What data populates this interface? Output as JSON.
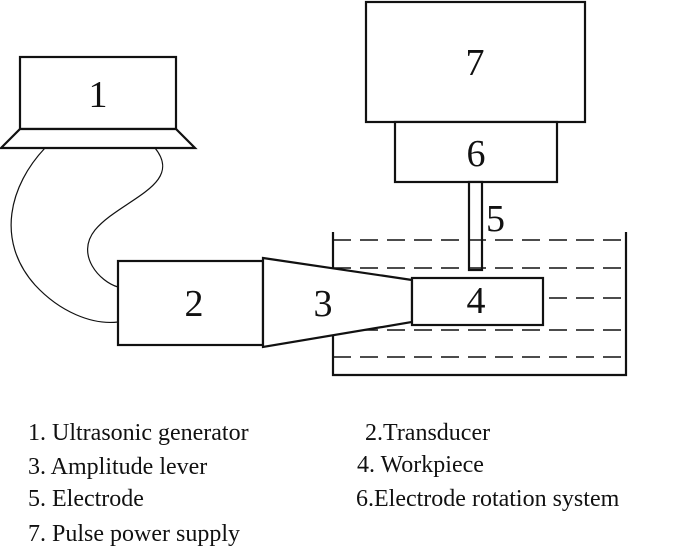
{
  "components": {
    "c1": "1",
    "c2": "2",
    "c3": "3",
    "c4": "4",
    "c5": "5",
    "c6": "6",
    "c7": "7"
  },
  "legend": {
    "l1": "1. Ultrasonic generator",
    "l2": "2.Transducer",
    "l3": "3. Amplitude lever",
    "l4": "4. Workpiece",
    "l5": "5. Electrode",
    "l6": "6.Electrode rotation system",
    "l7": "7. Pulse power supply"
  }
}
